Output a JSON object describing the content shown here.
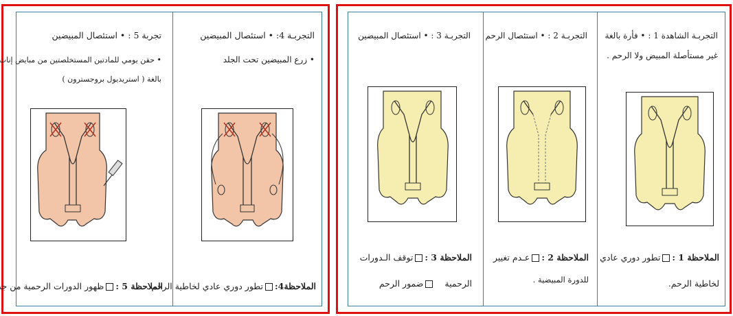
{
  "left_panel": {
    "exp4": {
      "title": "التجربـة 4: • استئصال المبيضين",
      "desc": "• زرع المبيضين تحت الجلد",
      "obs_label": "الملاحظة4:",
      "obs_text": "تطور دوري عادي لخاطية الرحم ."
    },
    "exp5": {
      "title": "تجربة 5 : • استئصال المبيضين",
      "desc1": "• حقن يومي للمادتين المستخلصتين من مبايض إناث",
      "desc2": "بالغة ( استريديول بروجسترون )",
      "obs_label": "الملاحظة 5 :",
      "obs_text": "ظهور الدورات الرحمية من جديد ."
    }
  },
  "right_panel": {
    "exp1": {
      "title": "التجربـة الشاهدة 1 : • فأرة بالغة",
      "desc": "غير مستأصلة المبيض ولا الرحم .",
      "obs_label": "الملاحظة 1 :",
      "obs_text1": "تطور دوري عادي",
      "obs_text2": "لخاطية الرحم."
    },
    "exp2": {
      "title": "التجربـة 2 : • استئصال الرحم",
      "obs_label": "الملاحظة 2 :",
      "obs_text1": "عـدم تغيير",
      "obs_text2": "للدورة المبيضية ."
    },
    "exp3": {
      "title": "التجربـة 3 : • استئصال المبيضين",
      "obs_label": "الملاحظة 3 :",
      "obs_text1": "توقف الـدورات",
      "obs_text2a": "الرحمية",
      "obs_text2b": "ضمور الرحم"
    }
  },
  "colors": {
    "frame": "#e01010",
    "divider": "#3a7fa0",
    "body_pink": "#f2c4a8",
    "body_yellow": "#f6eeb0"
  }
}
